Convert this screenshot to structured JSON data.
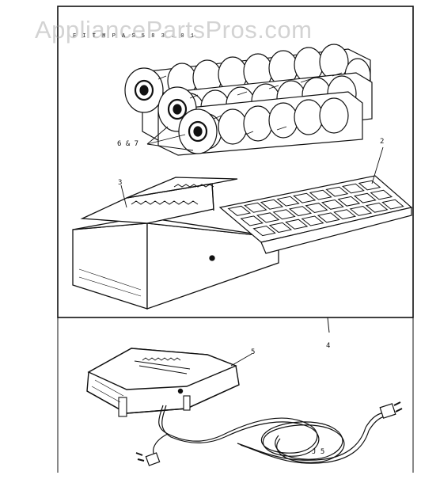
{
  "watermark": "AppliancePartsPros.com",
  "header_text": "F I T  M P A S  5 8 3 . 0 1",
  "callouts": {
    "c1": "2",
    "c2": "3",
    "c3": "4",
    "c4": "5",
    "c5": "6 & 7",
    "c6": "J 5"
  }
}
